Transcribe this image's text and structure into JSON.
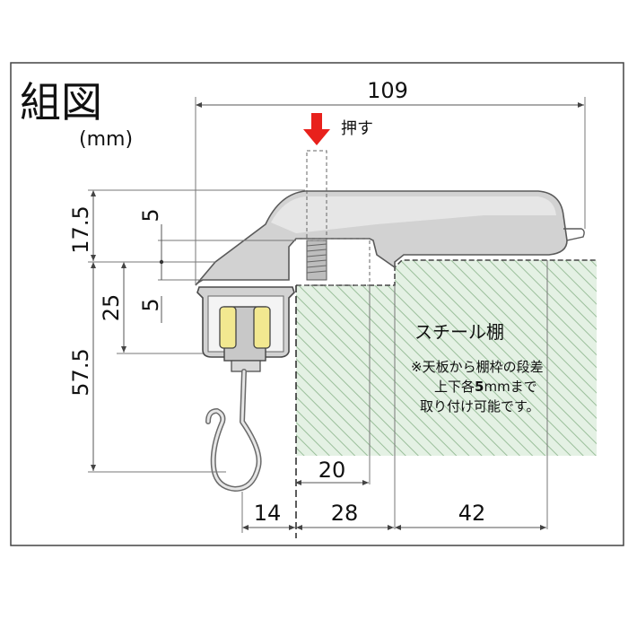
{
  "title": "組図",
  "unit": "(mm)",
  "push_label": "押す",
  "shelf_label": "スチール棚",
  "note_line1": "※天板から棚枠の段差",
  "note_line2_pre": "上下各",
  "note_line2_bold": "5",
  "note_line2_post": "mmまで",
  "note_line3": "取り付け可能です。",
  "dimensions": {
    "overall_width": "109",
    "height_top": "17.5",
    "step_upper": "5",
    "step_lower": "5",
    "height_mid": "25",
    "height_total": "57.5",
    "width_14": "14",
    "width_20": "20",
    "width_28": "28",
    "width_42": "42"
  },
  "colors": {
    "arrow": "#e8211c",
    "shelf_fill": "#e4f1e4",
    "hatch": "#9bbf9b",
    "rail_fill": "#d2d2d2",
    "rail_stroke": "#5a5a5a"
  }
}
